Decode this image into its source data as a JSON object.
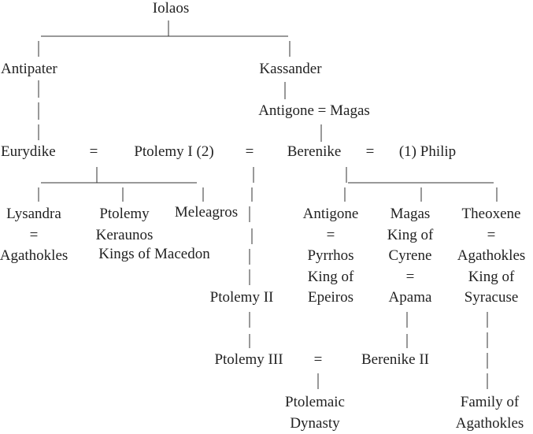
{
  "people": {
    "iolaos": "Iolaos",
    "antipater": "Antipater",
    "kassander": "Kassander",
    "antigone_magas": "Antigone = Magas",
    "eurydike": "Eurydike",
    "ptolemy1": "Ptolemy I (2)",
    "berenike": "Berenike",
    "philip": "(1) Philip",
    "lysandra": [
      "Lysandra",
      "=",
      "Agathokles"
    ],
    "ptolemy_keraunos": [
      "Ptolemy",
      "Keraunos"
    ],
    "kings_of": "Kings of Macedon",
    "meleagros": "Meleagros",
    "antigone2": [
      "Antigone",
      "=",
      "Pyrrhos",
      "King of",
      "Epeiros"
    ],
    "magas2": [
      "Magas",
      "King of",
      "Cyrene",
      "=",
      "Apama"
    ],
    "theoxene": [
      "Theoxene",
      "=",
      "Agathokles",
      "King of",
      "Syracuse"
    ],
    "ptolemy2": "Ptolemy II",
    "ptolemy3": "Ptolemy III",
    "berenike2": "Berenike II",
    "ptolemaic": [
      "Ptolemaic",
      "Dynasty"
    ],
    "family": [
      "Family of",
      "Agathokles"
    ]
  },
  "marriage_sign": "="
}
